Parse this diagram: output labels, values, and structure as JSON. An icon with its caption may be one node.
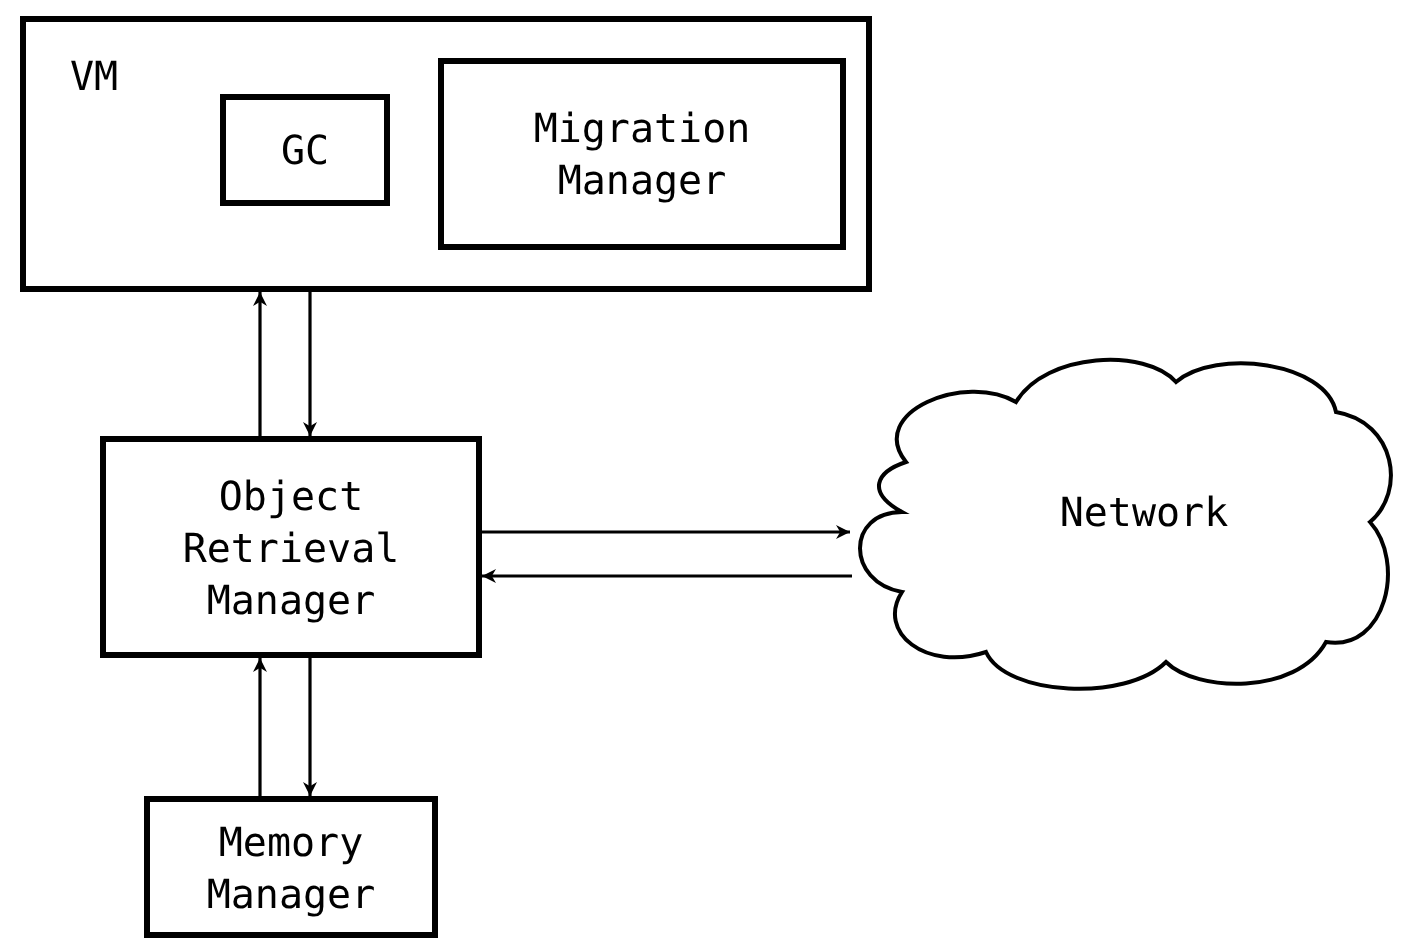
{
  "diagram": {
    "nodes": [
      {
        "text": [
          "VM"
        ]
      },
      {
        "text": [
          "GC"
        ],
        "in": 0
      },
      {
        "text": [
          "Migration Manager"
        ],
        "in": 0
      },
      {
        "text": [
          "Object Retrieval Manager"
        ]
      },
      {
        "text": [
          "Network"
        ]
      },
      {
        "text": [
          "Memory Manager"
        ]
      }
    ],
    "edges": [
      {
        "from": 3,
        "to": 0,
        "arrow": "to"
      },
      {
        "from": 0,
        "to": 3,
        "arrow": "to"
      },
      {
        "from": 3,
        "to": 4,
        "arrow": "to"
      },
      {
        "from": 4,
        "to": 3,
        "arrow": "to"
      },
      {
        "from": 5,
        "to": 3,
        "arrow": "to"
      },
      {
        "from": 3,
        "to": 5,
        "arrow": "to"
      }
    ]
  }
}
